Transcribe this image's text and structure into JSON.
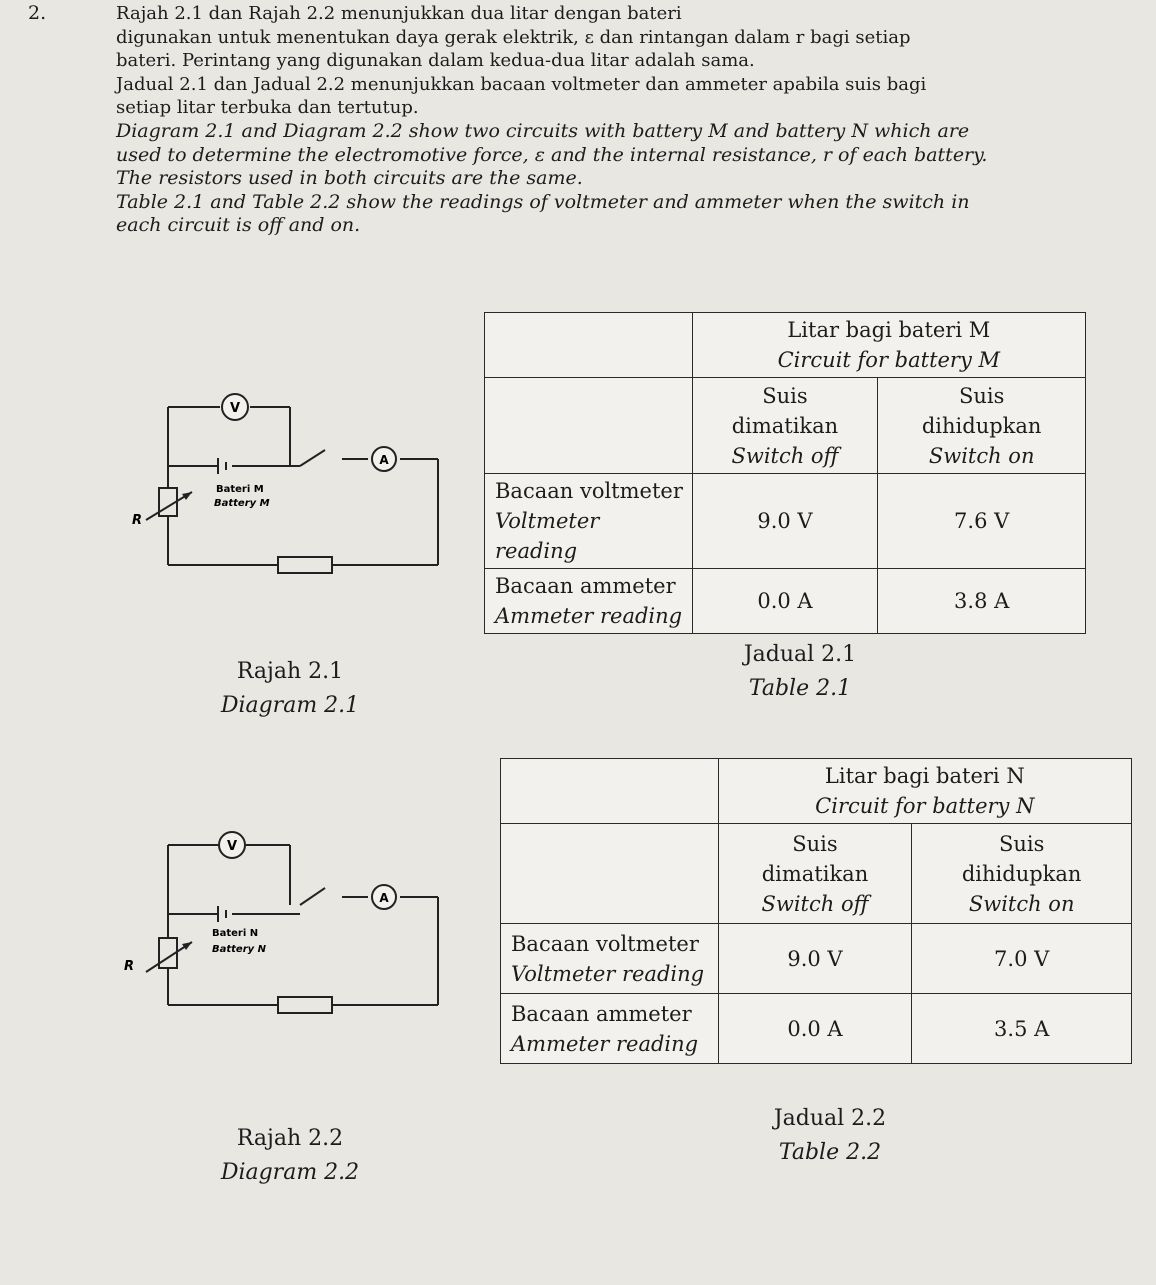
{
  "question": {
    "number": "2.",
    "malay_lines": [
      "Rajah 2.1 dan Rajah 2.2 menunjukkan dua litar dengan bateri",
      "digunakan untuk menentukan daya gerak elektrik, ε dan rintangan dalam r bagi setiap",
      "bateri. Perintang yang digunakan dalam kedua-dua litar adalah sama.",
      "Jadual 2.1 dan Jadual 2.2 menunjukkan bacaan voltmeter dan ammeter apabila suis bagi",
      "setiap litar terbuka dan tertutup."
    ],
    "english_lines": [
      "Diagram 2.1 and Diagram 2.2 show two circuits with battery M and battery N which are",
      "used to determine the electromotive force, ε and the internal resistance, r of each battery.",
      "The resistors used in both circuits are the same.",
      "Table 2.1 and Table 2.2 show the readings of voltmeter and ammeter when the switch in",
      "each circuit is off and on."
    ]
  },
  "diagram_1": {
    "voltmeter_symbol": "V",
    "ammeter_symbol": "A",
    "resistor_label": "R",
    "battery_label_malay": "Bateri M",
    "battery_label_english": "Battery M",
    "caption_malay": "Rajah 2.1",
    "caption_english": "Diagram 2.1"
  },
  "diagram_2": {
    "voltmeter_symbol": "V",
    "ammeter_symbol": "A",
    "resistor_label": "R",
    "battery_label_malay": "Bateri N",
    "battery_label_english": "Battery N",
    "caption_malay": "Rajah 2.2",
    "caption_english": "Diagram 2.2"
  },
  "table_1": {
    "header_malay": "Litar bagi bateri M",
    "header_english": "Circuit for battery M",
    "col_off_malay_1": "Suis",
    "col_off_malay_2": "dimatikan",
    "col_off_english": "Switch off",
    "col_on_malay_1": "Suis",
    "col_on_malay_2": "dihidupkan",
    "col_on_english": "Switch on",
    "rows": [
      {
        "label_malay": "Bacaan voltmeter",
        "label_english": "Voltmeter reading",
        "off": "9.0 V",
        "on": "7.6 V"
      },
      {
        "label_malay": "Bacaan ammeter",
        "label_english": "Ammeter reading",
        "off": "0.0 A",
        "on": "3.8 A"
      }
    ],
    "caption_malay": "Jadual 2.1",
    "caption_english": "Table 2.1"
  },
  "table_2": {
    "header_malay": "Litar bagi bateri N",
    "header_english": "Circuit for battery N",
    "col_off_malay_1": "Suis",
    "col_off_malay_2": "dimatikan",
    "col_off_english": "Switch off",
    "col_on_malay_1": "Suis",
    "col_on_malay_2": "dihidupkan",
    "col_on_english": "Switch on",
    "rows": [
      {
        "label_malay": "Bacaan voltmeter",
        "label_english": "Voltmeter reading",
        "off": "9.0 V",
        "on": "7.0 V"
      },
      {
        "label_malay": "Bacaan ammeter",
        "label_english": "Ammeter reading",
        "off": "0.0 A",
        "on": "3.5 A"
      }
    ],
    "caption_malay": "Jadual 2.2",
    "caption_english": "Table 2.2"
  }
}
